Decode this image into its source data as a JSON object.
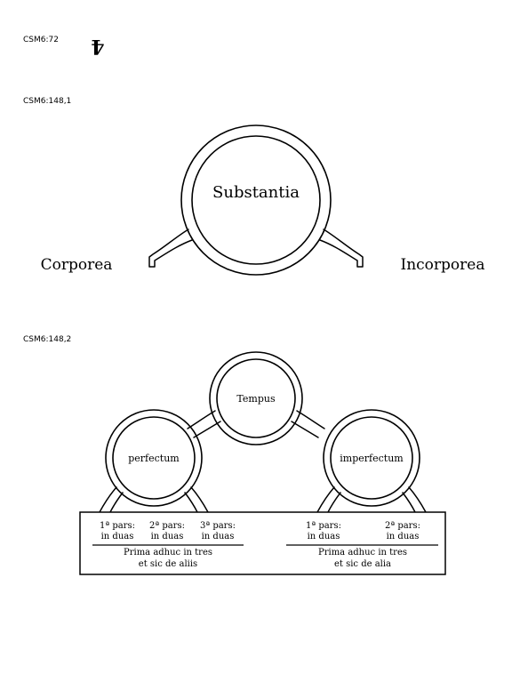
{
  "references": {
    "ref1": "CSM6:72",
    "ref2": "CSM6:148,1",
    "ref3": "CSM6:148,2"
  },
  "glyph": "4",
  "diagram1": {
    "center": "Substantia",
    "left": "Corporea",
    "right": "Incorporea"
  },
  "diagram2": {
    "top": "Tempus",
    "left": "perfectum",
    "right": "imperfectum",
    "left_box": {
      "cols": [
        {
          "line1": "1ª pars:",
          "line2": "in duas"
        },
        {
          "line1": "2ª pars:",
          "line2": "in duas"
        },
        {
          "line1": "3ª pars:",
          "line2": "in duas"
        }
      ],
      "note1": "Prima adhuc in tres",
      "note2": "et sic de aliis"
    },
    "right_box": {
      "cols": [
        {
          "line1": "1ª pars:",
          "line2": "in duas"
        },
        {
          "line1": "2ª pars:",
          "line2": "in duas"
        }
      ],
      "note1": "Prima adhuc in tres",
      "note2": "et sic de alia"
    }
  }
}
